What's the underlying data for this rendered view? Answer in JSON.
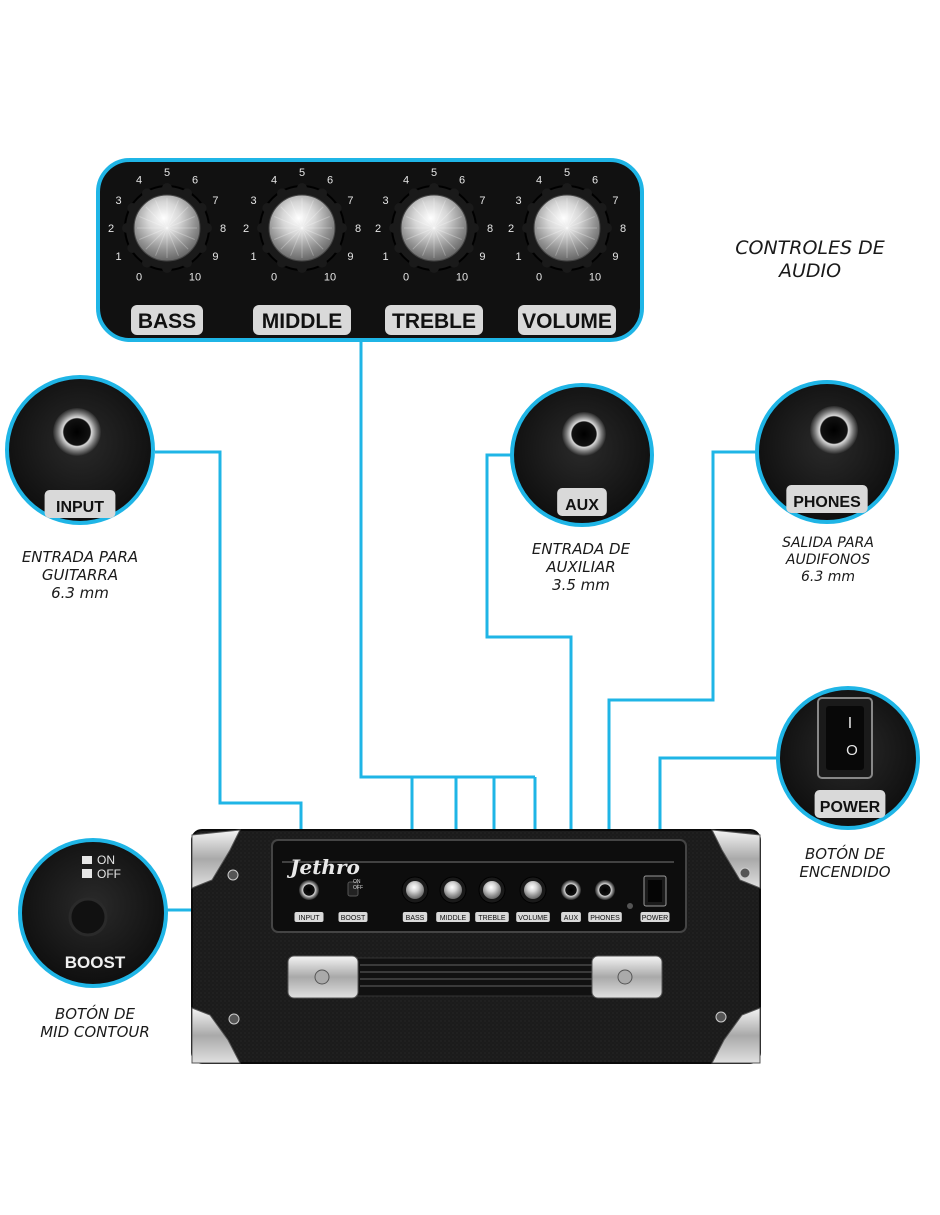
{
  "colors": {
    "accent": "#1fb5e6",
    "panel": "#111111",
    "label_bg": "#d9d9d9",
    "background": "#ffffff"
  },
  "knobs": [
    {
      "label": "BASS"
    },
    {
      "label": "MIDDLE"
    },
    {
      "label": "TREBLE"
    },
    {
      "label": "VOLUME"
    }
  ],
  "dial_numbers": [
    "0",
    "1",
    "2",
    "3",
    "4",
    "5",
    "6",
    "7",
    "8",
    "9",
    "10"
  ],
  "callouts": {
    "audio_controls": {
      "lines": [
        "CONTROLES DE",
        "AUDIO"
      ]
    },
    "input": {
      "label": "INPUT",
      "lines": [
        "ENTRADA PARA",
        "GUITARRA",
        "6.3 mm"
      ]
    },
    "aux": {
      "label": "AUX",
      "lines": [
        "ENTRADA DE",
        "AUXILIAR",
        "3.5 mm"
      ]
    },
    "phones": {
      "label": "PHONES",
      "lines": [
        "SALIDA PARA",
        "AUDIFONOS",
        "6.3 mm"
      ]
    },
    "power": {
      "label": "POWER",
      "switch_on": "I",
      "switch_off": "O",
      "lines": [
        "BOTÓN DE",
        "ENCENDIDO"
      ]
    },
    "boost": {
      "label": "BOOST",
      "on": "ON",
      "off": "OFF",
      "lines": [
        "BOTÓN DE",
        "MID CONTOUR"
      ]
    }
  },
  "amp": {
    "brand": "Jethro",
    "panel_labels": [
      "INPUT",
      "BOOST",
      "BASS",
      "MIDDLE",
      "TREBLE",
      "VOLUME",
      "AUX",
      "PHONES",
      "POWER"
    ],
    "boost_on": "ON",
    "boost_off": "OFF"
  }
}
